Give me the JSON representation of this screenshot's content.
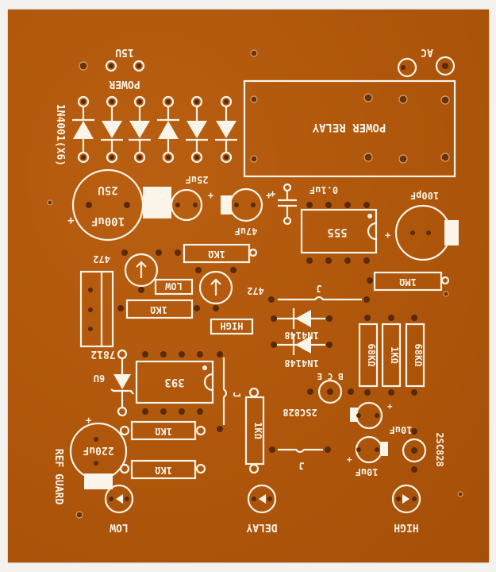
{
  "image": {
    "subject": "Unpopulated single-sided PCB with white silkscreen component outlines",
    "board_color": "#b0580c",
    "silkscreen_color": "#fbf4e8",
    "background_color": "#f4f2ee"
  },
  "labels": {
    "power_15v": "15U",
    "power": "POWER",
    "diodes": "1N4001(X6)",
    "ac": "AC",
    "relay": "POWER RELAY",
    "cap_100uf_value": "100uF",
    "cap_100uf_voltage": "25U",
    "cap_25uf": "25uF",
    "cap_47uf": "47uF",
    "cap_01uf": "0.1uF",
    "ic_555": "555",
    "cap_100pf": "100pF",
    "r_1k_top": "1KΩ",
    "pot_left": "472",
    "pot_right": "472",
    "low_box": "LOW",
    "high_box": "HIGH",
    "r_1k_mid": "1KΩ",
    "r_1m": "1MΩ",
    "reg_7812": "7812",
    "jumper_j1": "J",
    "diode_1n4148_a": "1N4148",
    "diode_1n4148_b": "1N4148",
    "r_68k_a": "68KΩ",
    "r_1k_vert": "1KΩ",
    "r_68k_b": "68KΩ",
    "zener_6v": "6U",
    "ic_393": "393",
    "jumper_j2": "J",
    "transistor_pins": "B C E",
    "transistor_a": "2SC828",
    "cap_10uf_a": "10uF",
    "cap_10uf_b": "10uF",
    "transistor_b": "2SC828",
    "r_1k_low1": "1KΩ",
    "r_1k_low2": "1KΩ",
    "r_1k_delay": "1KΩ",
    "cap_220uf": "220uF",
    "ref_guard": "REF GUARD",
    "jumper_j3": "J",
    "led_low": "LOW",
    "led_delay": "DELAY",
    "led_high": "HIGH"
  }
}
